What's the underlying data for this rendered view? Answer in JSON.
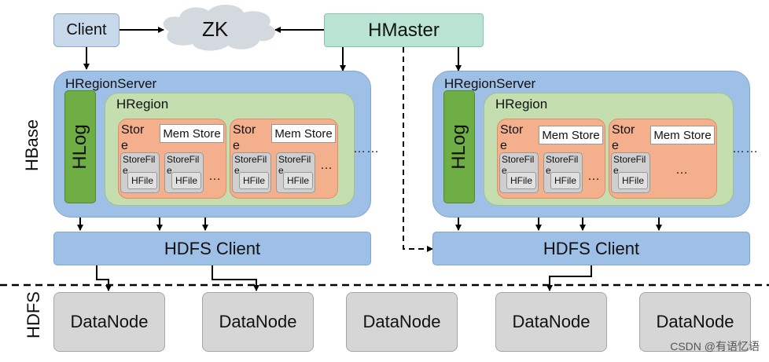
{
  "labels": {
    "client": "Client",
    "zk": "ZK",
    "hmaster": "HMaster",
    "hbase": "HBase",
    "hdfs": "HDFS",
    "region_server": "HRegionServer",
    "hlog": "HLog",
    "hregion": "HRegion",
    "store": "Store",
    "mem_store": "Mem Store",
    "store_file": "StoreFile",
    "hfile": "HFile",
    "ellipsis": "…",
    "wide_ellipsis": "……",
    "hdfs_client": "HDFS Client",
    "datanode": "DataNode"
  },
  "colors": {
    "client": "#c9d9ec",
    "hmaster": "#b9e3d2",
    "zk_cloud": "#d4d8df",
    "region_server": "#9fc0e6",
    "hlog": "#6fae45",
    "hregion": "#c4deb0",
    "store": "#f4b08d",
    "store_file": "#cfcfcf",
    "datanode": "#d6d6d6"
  },
  "watermark": "CSDN @有语忆语"
}
